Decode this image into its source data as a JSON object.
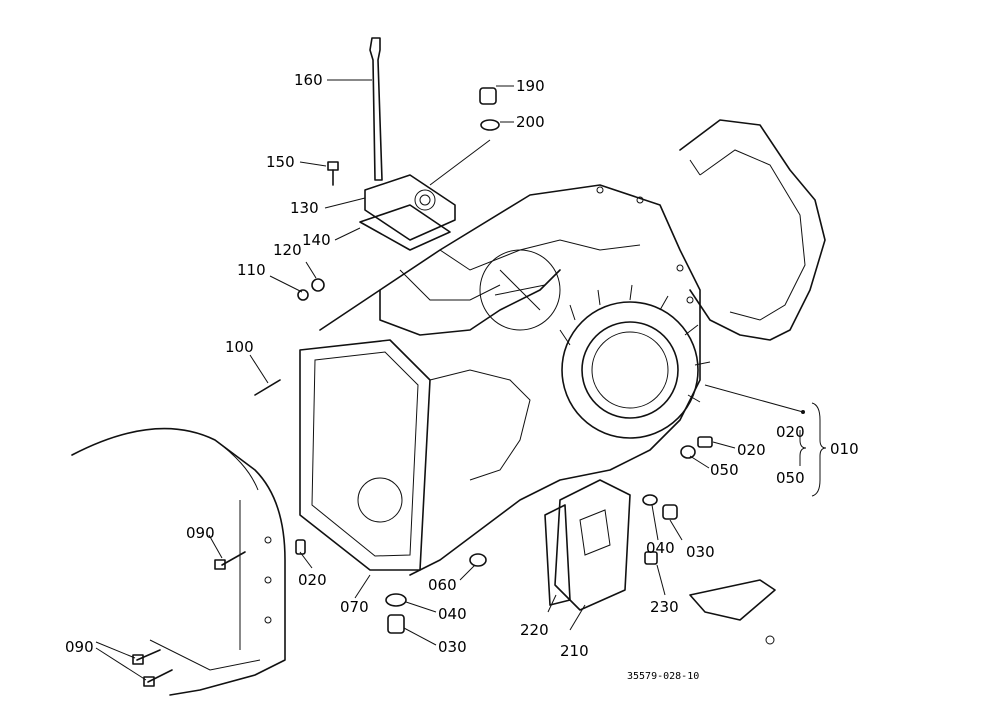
{
  "figure": {
    "drawing_code": "35579-028-10"
  },
  "callouts": [
    {
      "id": "160",
      "label": "160"
    },
    {
      "id": "190",
      "label": "190"
    },
    {
      "id": "200",
      "label": "200"
    },
    {
      "id": "150",
      "label": "150"
    },
    {
      "id": "130",
      "label": "130"
    },
    {
      "id": "140",
      "label": "140"
    },
    {
      "id": "120",
      "label": "120"
    },
    {
      "id": "110",
      "label": "110"
    },
    {
      "id": "100",
      "label": "100"
    },
    {
      "id": "020a",
      "label": "020"
    },
    {
      "id": "020b",
      "label": "020"
    },
    {
      "id": "020c",
      "label": "020"
    },
    {
      "id": "010",
      "label": "010"
    },
    {
      "id": "050a",
      "label": "050"
    },
    {
      "id": "050b",
      "label": "050"
    },
    {
      "id": "040a",
      "label": "040"
    },
    {
      "id": "030a",
      "label": "030"
    },
    {
      "id": "090a",
      "label": "090"
    },
    {
      "id": "090b",
      "label": "090"
    },
    {
      "id": "060",
      "label": "060"
    },
    {
      "id": "070",
      "label": "070"
    },
    {
      "id": "040b",
      "label": "040"
    },
    {
      "id": "030b",
      "label": "030"
    },
    {
      "id": "230",
      "label": "230"
    },
    {
      "id": "220",
      "label": "220"
    },
    {
      "id": "210",
      "label": "210"
    }
  ]
}
